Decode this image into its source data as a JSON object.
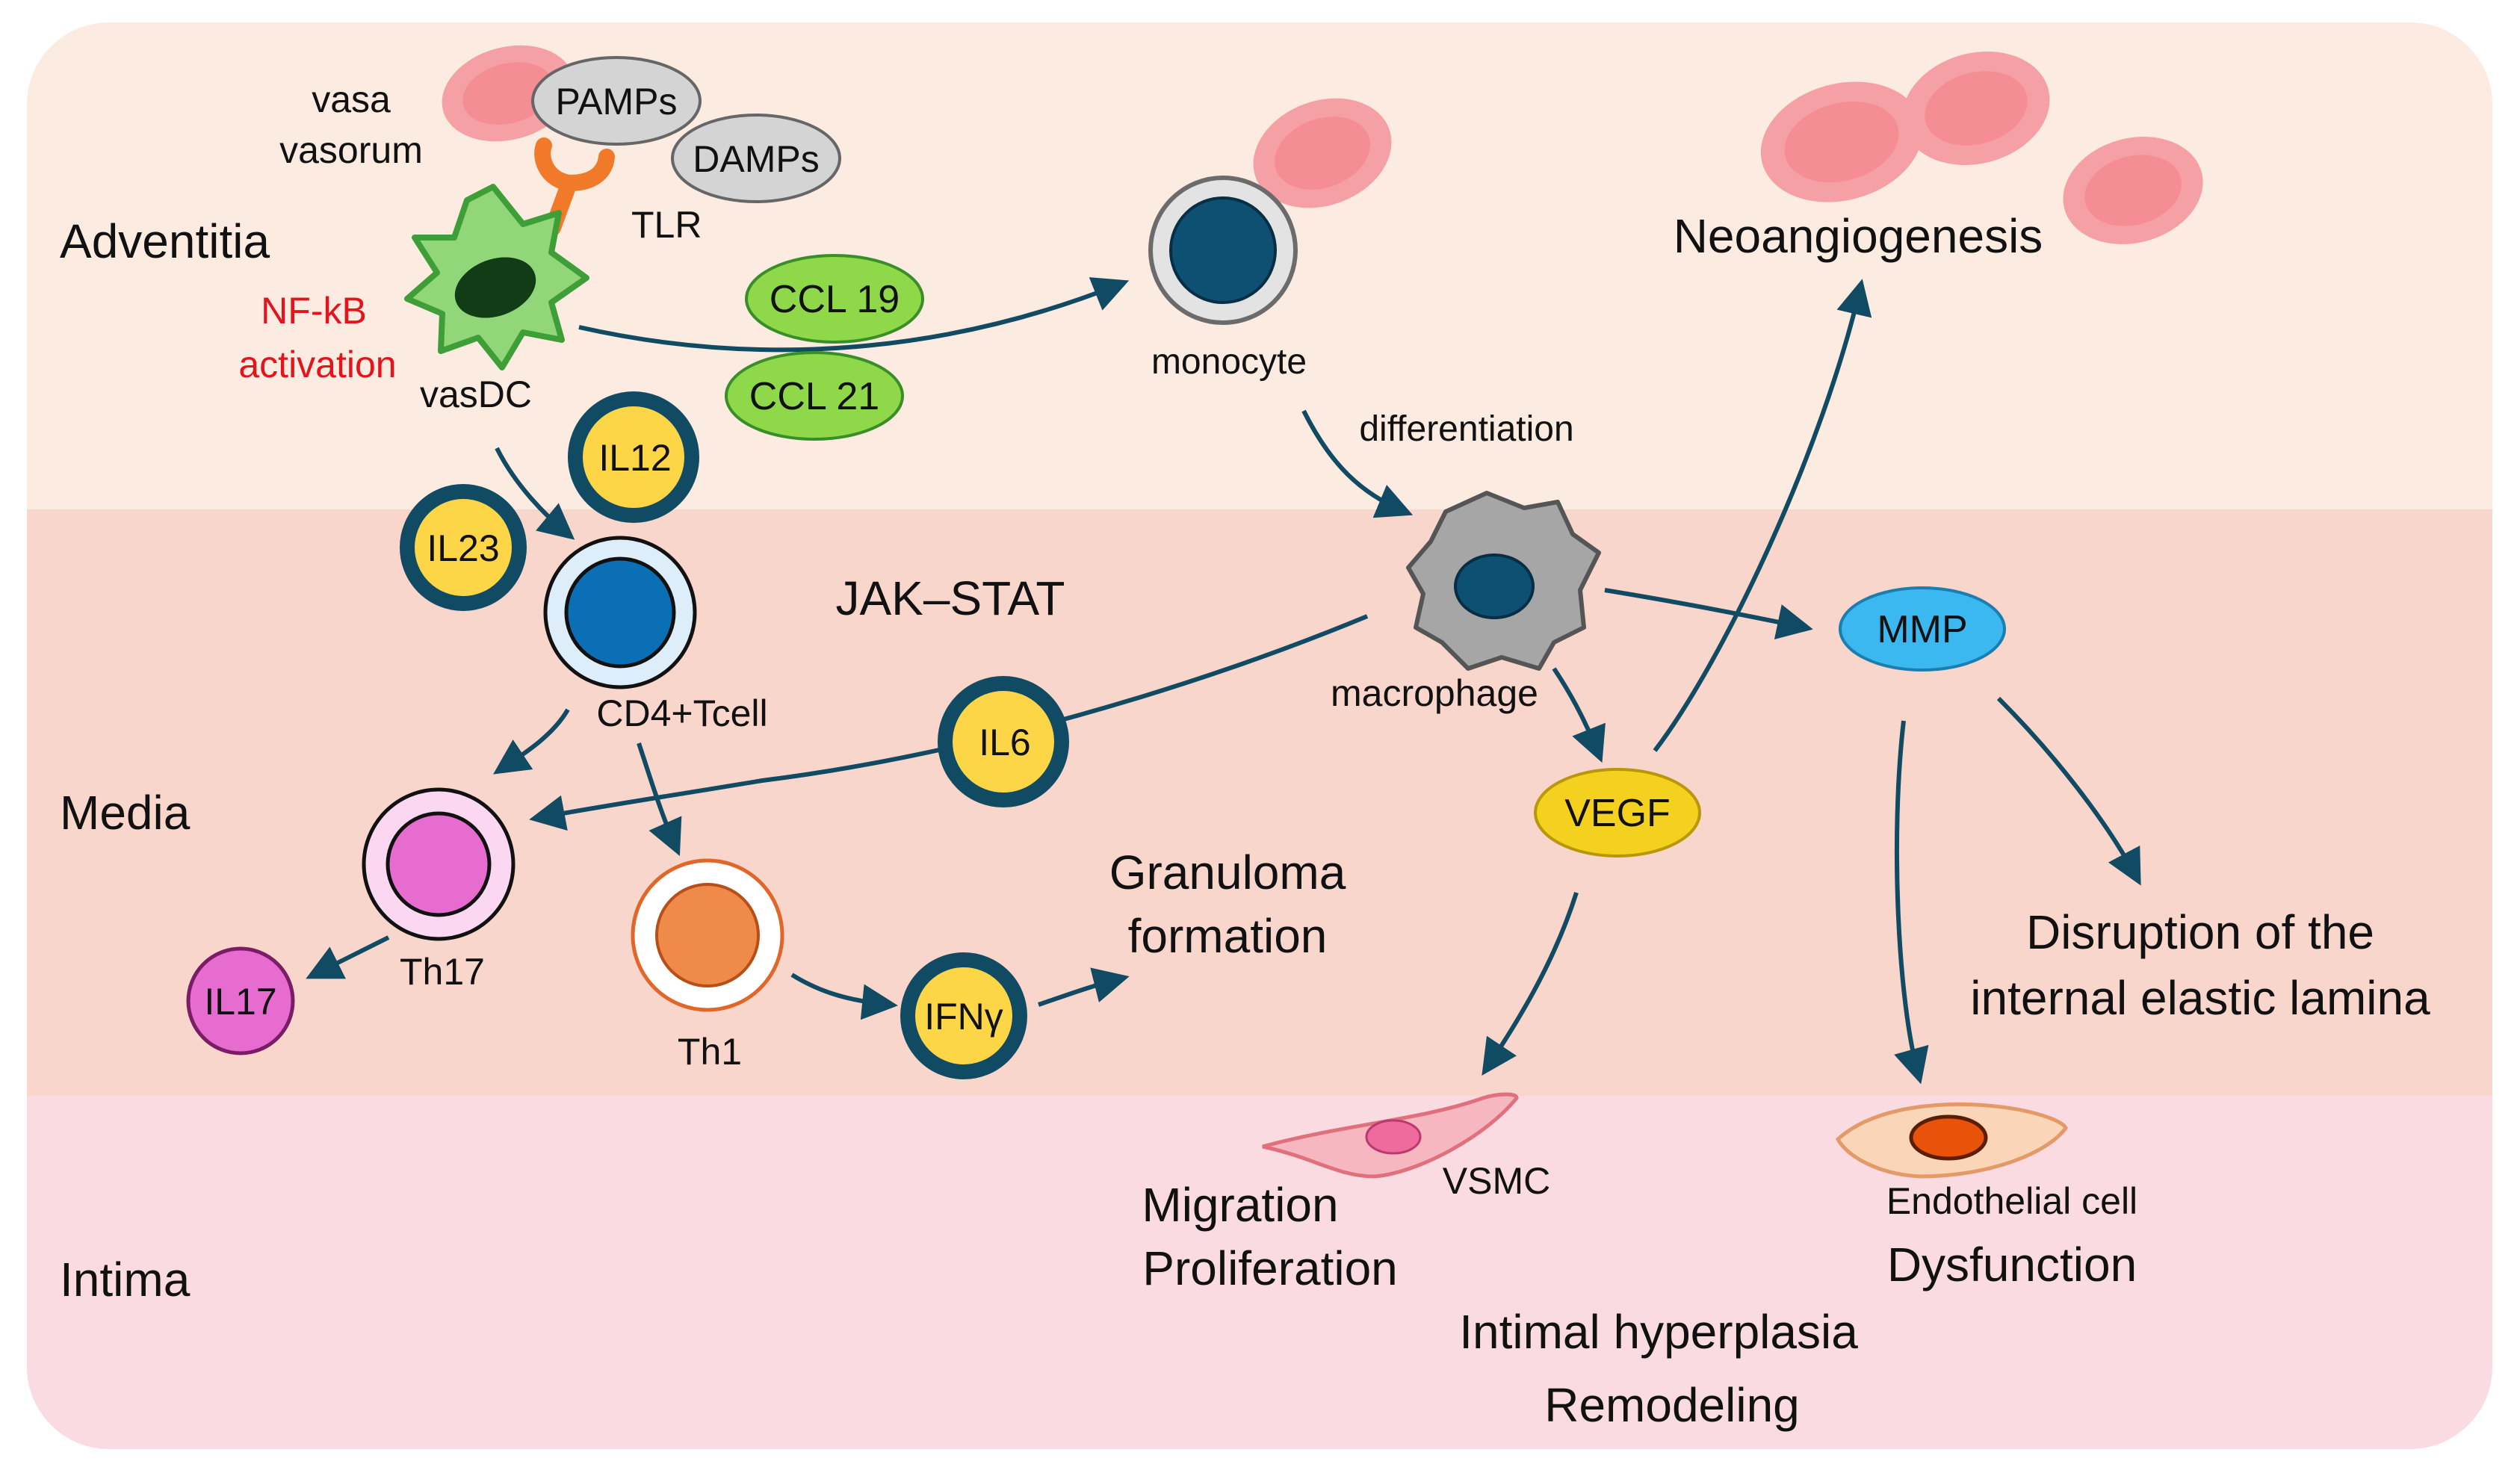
{
  "layers": {
    "adventitia": "Adventitia",
    "media": "Media",
    "intima": "Intima"
  },
  "labels": {
    "vasa_line1": "vasa",
    "vasa_line2": "vasorum",
    "pamps": "PAMPs",
    "damps": "DAMPs",
    "tlr": "TLR",
    "nfkb_line1": "NF-kB",
    "nfkb_line2": "activation",
    "vasdc": "vasDC",
    "ccl19": "CCL 19",
    "ccl21": "CCL 21",
    "monocyte": "monocyte",
    "differentiation": "differentiation",
    "neoangiogenesis": "Neoangiogenesis",
    "il12": "IL12",
    "il23": "IL23",
    "cd4": "CD4+Tcell",
    "jakstat": "JAK–STAT",
    "macrophage": "macrophage",
    "mmp": "MMP",
    "il6": "IL6",
    "vegf": "VEGF",
    "th17": "Th17",
    "il17": "IL17",
    "th1": "Th1",
    "ifng": "IFNγ",
    "granuloma_line1": "Granuloma",
    "granuloma_line2": "formation",
    "disruption_line1": "Disruption of the",
    "disruption_line2": "internal elastic lamina",
    "migration": "Migration",
    "proliferation": "Proliferation",
    "vsmc": "VSMC",
    "endothelial": "Endothelial cell",
    "dysfunction": "Dysfunction",
    "intimal": "Intimal hyperplasia",
    "remodeling": "Remodeling"
  },
  "colors": {
    "adventitia_bg": "#fbebe0",
    "media_bg": "#f9d6cc",
    "intima_bg": "#fadbe2",
    "arrow": "#114a63",
    "nfkb_text": "#e3141c",
    "rbc": "#f5a0a5",
    "ccl": "#8ed84a",
    "cytokine_yellow": "#fcd647",
    "cytokine_ring": "#114a63",
    "mmp": "#3bb8f0",
    "th17": "#e66ccf",
    "th1": "#f08a4b",
    "monocyte_nucleus": "#0d5072",
    "tcell_nucleus": "#0a6fb5"
  }
}
